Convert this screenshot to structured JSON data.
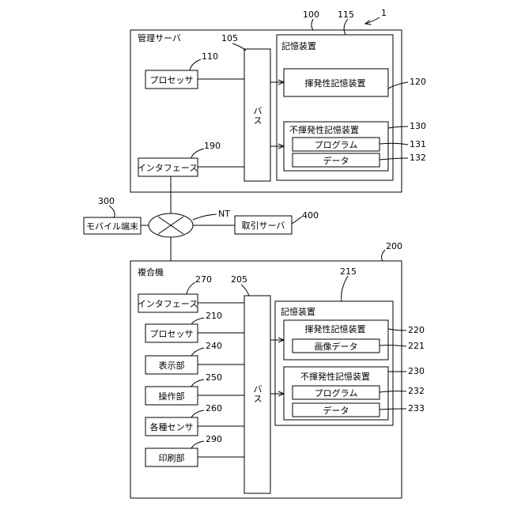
{
  "system_ref": "1",
  "nt_label": "NT",
  "management_server": {
    "ref": "100",
    "title": "管理サーバ",
    "processor": {
      "ref": "110",
      "label": "プロセッサ"
    },
    "interface": {
      "ref": "190",
      "label": "インタフェース"
    },
    "bus": {
      "ref": "105",
      "label": "バス"
    },
    "storage": {
      "ref": "115",
      "label": "記憶装置",
      "volatile": {
        "ref": "120",
        "label": "揮発性記憶装置"
      },
      "nonvolatile": {
        "ref": "130",
        "label": "不揮発性記憶装置",
        "program": {
          "ref": "131",
          "label": "プログラム"
        },
        "data": {
          "ref": "132",
          "label": "データ"
        }
      }
    }
  },
  "mobile_terminal": {
    "ref": "300",
    "label": "モバイル端末"
  },
  "transaction_server": {
    "ref": "400",
    "label": "取引サーバ"
  },
  "mfp": {
    "ref": "200",
    "title": "複合機",
    "interface": {
      "ref": "270",
      "label": "インタフェース"
    },
    "processor": {
      "ref": "210",
      "label": "プロセッサ"
    },
    "display": {
      "ref": "240",
      "label": "表示部"
    },
    "operation": {
      "ref": "250",
      "label": "操作部"
    },
    "sensors": {
      "ref": "260",
      "label": "各種センサ"
    },
    "printer": {
      "ref": "290",
      "label": "印刷部"
    },
    "bus": {
      "ref": "205",
      "label": "バス"
    },
    "storage": {
      "ref": "215",
      "label": "記憶装置",
      "volatile": {
        "ref": "220",
        "label": "揮発性記憶装置",
        "image_data": {
          "ref": "221",
          "label": "画像データ"
        }
      },
      "nonvolatile": {
        "ref": "230",
        "label": "不揮発性記憶装置",
        "program": {
          "ref": "232",
          "label": "プログラム"
        },
        "data": {
          "ref": "233",
          "label": "データ"
        }
      }
    }
  }
}
